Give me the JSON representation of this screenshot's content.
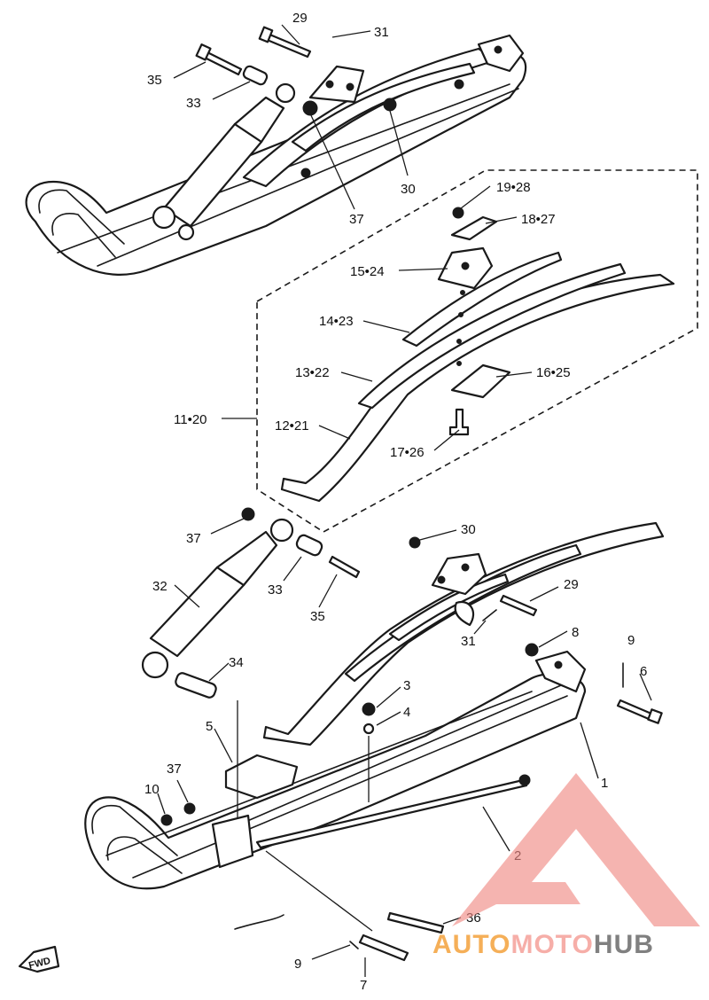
{
  "callouts": [
    {
      "text": "29"
    },
    {
      "text": "31"
    },
    {
      "text": "35"
    },
    {
      "text": "33"
    },
    {
      "text": "30"
    },
    {
      "text": "37"
    },
    {
      "text": "19•28"
    },
    {
      "text": "18•27"
    },
    {
      "text": "15•24"
    },
    {
      "text": "14•23"
    },
    {
      "text": "13•22"
    },
    {
      "text": "16•25"
    },
    {
      "text": "11•20"
    },
    {
      "text": "12•21"
    },
    {
      "text": "17•26"
    },
    {
      "text": "37"
    },
    {
      "text": "30"
    },
    {
      "text": "32"
    },
    {
      "text": "33"
    },
    {
      "text": "35"
    },
    {
      "text": "29"
    },
    {
      "text": "31"
    },
    {
      "text": "8"
    },
    {
      "text": "9"
    },
    {
      "text": "6"
    },
    {
      "text": "34"
    },
    {
      "text": "3"
    },
    {
      "text": "4"
    },
    {
      "text": "5"
    },
    {
      "text": "1"
    },
    {
      "text": "37"
    },
    {
      "text": "10"
    },
    {
      "text": "2"
    },
    {
      "text": "36"
    },
    {
      "text": "9"
    },
    {
      "text": "7"
    }
  ],
  "fwd_label": "FWD",
  "watermark": {
    "part1": "AUTO",
    "part2": "MOTO",
    "part3": "HUB",
    "colors": {
      "auto": "#f4a23c",
      "moto": "#f5a09a",
      "hub": "#6b6b6b",
      "logo": "#f08a84"
    }
  }
}
